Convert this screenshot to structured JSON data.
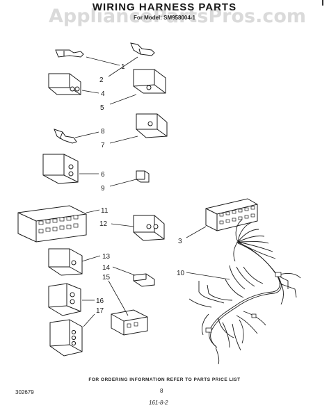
{
  "header": {
    "title": "WIRING HARNESS PARTS",
    "subtitle": "For Model: SM958004-1",
    "watermark": "AppliancePartsPros.com"
  },
  "callouts": [
    "1",
    "2",
    "4",
    "5",
    "8",
    "7",
    "6",
    "9",
    "11",
    "12",
    "3",
    "13",
    "14",
    "10",
    "15",
    "16",
    "17"
  ],
  "footer": {
    "drawing_number": "302679",
    "ordering_note": "FOR ORDERING INFORMATION REFER TO PARTS PRICE LIST",
    "page_number": "8",
    "code": "161-8-2"
  }
}
